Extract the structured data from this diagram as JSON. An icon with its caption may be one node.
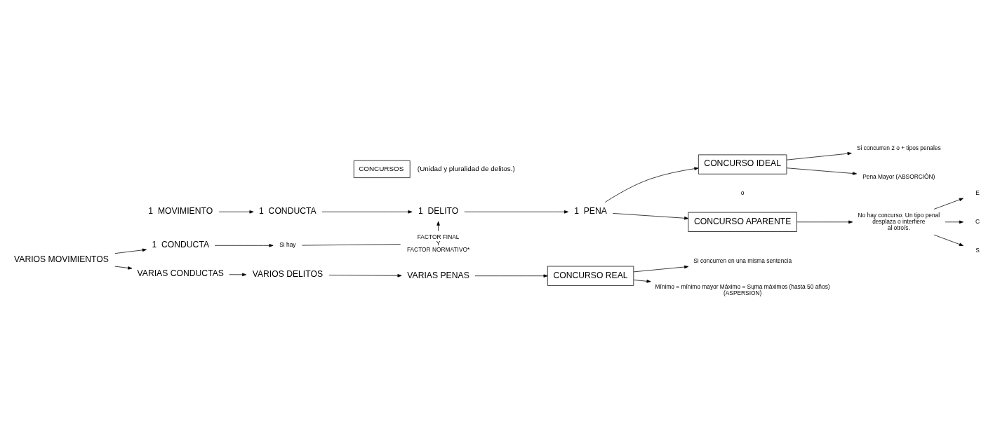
{
  "diagram": {
    "nodes": [
      {
        "text": [
          "CONCURSOS"
        ],
        "beside": [
          "(Unidad y pluralidad de delitos.)"
        ]
      },
      {
        "text": [
          "1  MOVIMIENTO"
        ]
      },
      {
        "text": [
          "1  CONDUCTA"
        ]
      },
      {
        "text": [
          "1  DELITO"
        ]
      },
      {
        "text": [
          "1  PENA"
        ]
      },
      {
        "text": [
          "CONCURSO IDEAL"
        ]
      },
      {
        "text": [
          "CONCURSO APARENTE"
        ]
      },
      {
        "text": [
          "Si concurren 2 o + tipos penales"
        ]
      },
      {
        "text": [
          "Pena Mayor (ABSORCIÓN)"
        ]
      },
      {
        "text": [
          "No hay concurso. Un tipo penal",
          "desplaza o interfiere",
          "al otro/s."
        ]
      },
      {
        "text": [
          "E"
        ]
      },
      {
        "text": [
          "C"
        ]
      },
      {
        "text": [
          "S"
        ]
      },
      {
        "text": [
          "VARIOS MOVIMIENTOS"
        ]
      },
      {
        "text": [
          "1  CONDUCTA"
        ]
      },
      {
        "text": [
          "Si hay"
        ]
      },
      {
        "text": [
          "FACTOR FINAL",
          "Y",
          "FACTOR NORMATIVO*"
        ]
      },
      {
        "text": [
          "VARIAS CONDUCTAS"
        ]
      },
      {
        "text": [
          "VARIOS DELITOS"
        ]
      },
      {
        "text": [
          "VARIAS PENAS"
        ]
      },
      {
        "text": [
          "CONCURSO REAL"
        ]
      },
      {
        "text": [
          "Si concurren en una misma sentencia"
        ]
      },
      {
        "text": [
          "Mínimo = mínimo mayor Máximo = Suma máximos (hasta 50 años)",
          "(ASPERSIÓN)"
        ]
      }
    ],
    "edges": [
      {
        "from": 1,
        "to": 2,
        "arrow": "to"
      },
      {
        "from": 2,
        "to": 3,
        "arrow": "to"
      },
      {
        "from": 3,
        "to": 4,
        "arrow": "to"
      },
      {
        "from": 4,
        "to": 5,
        "arrow": "to"
      },
      {
        "from": 4,
        "to": 6,
        "arrow": "to"
      },
      {
        "from": 5,
        "to": 7,
        "arrow": "to"
      },
      {
        "from": 5,
        "to": 8,
        "arrow": "to"
      },
      {
        "from": 6,
        "to": 9,
        "arrow": "to"
      },
      {
        "from": 9,
        "to": 10,
        "arrow": "to"
      },
      {
        "from": 9,
        "to": 11,
        "arrow": "to"
      },
      {
        "from": 9,
        "to": 12,
        "arrow": "to"
      },
      {
        "from": 13,
        "to": 14,
        "arrow": "to"
      },
      {
        "from": 14,
        "to": 15,
        "arrow": "to"
      },
      {
        "from": 15,
        "to": 16,
        "arrow": "none"
      },
      {
        "from": 16,
        "to": 3,
        "arrow": "to"
      },
      {
        "from": 13,
        "to": 17,
        "arrow": "to"
      },
      {
        "from": 17,
        "to": 18,
        "arrow": "to"
      },
      {
        "from": 18,
        "to": 19,
        "arrow": "to"
      },
      {
        "from": 19,
        "to": 20,
        "arrow": "to"
      },
      {
        "from": 20,
        "to": 21,
        "arrow": "to"
      },
      {
        "from": 20,
        "to": 22,
        "arrow": "to"
      }
    ],
    "labels": [
      "o"
    ]
  }
}
